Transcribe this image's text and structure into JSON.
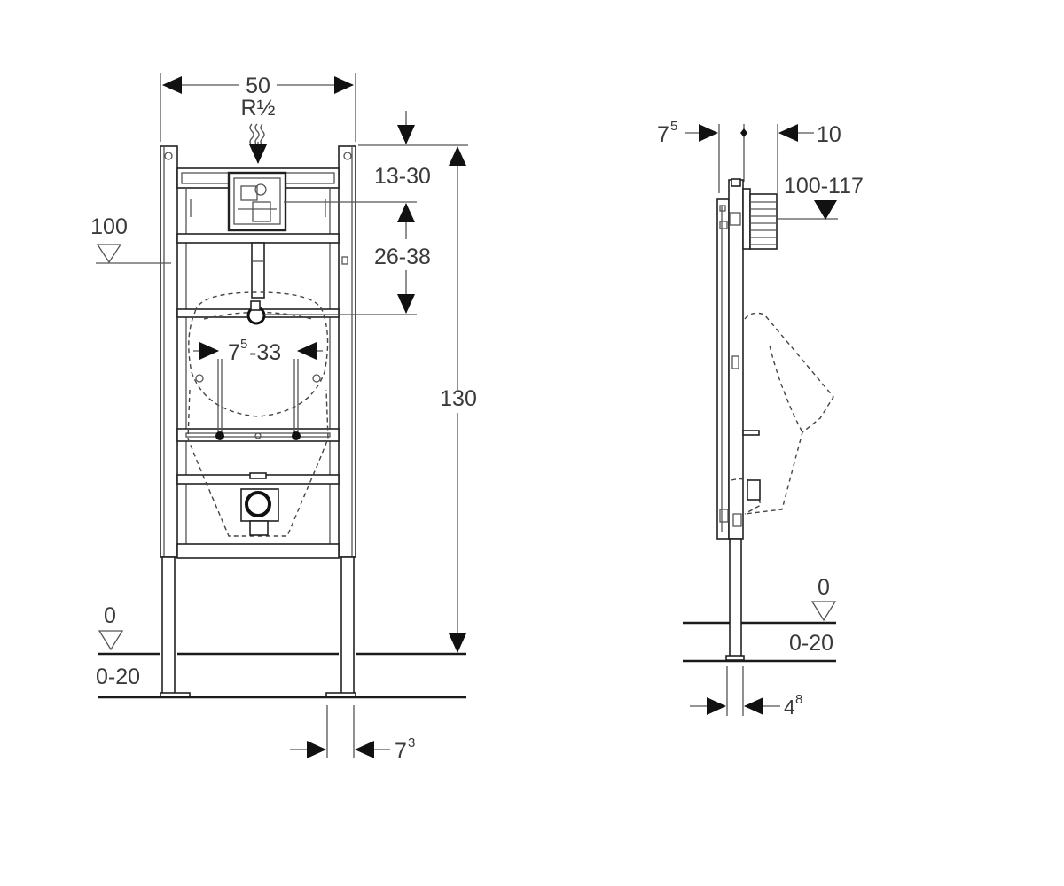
{
  "front_view": {
    "width_dim": "50",
    "thread": "R½",
    "conn_offset": "13-30",
    "ref_level_top": "100",
    "spacing": "26-38",
    "bracket_base": "7",
    "bracket_sup": "5",
    "bracket_rest": "-33",
    "height": "130",
    "floor_level": "0",
    "floor_range": "0-20",
    "foot_base": "7",
    "foot_sup": "3"
  },
  "side_view": {
    "offset_base": "7",
    "offset_sup": "5",
    "module_dim": "10",
    "conn_height": "100-117",
    "floor_level": "0",
    "floor_range": "0-20",
    "foot_base": "4",
    "foot_sup": "8"
  }
}
